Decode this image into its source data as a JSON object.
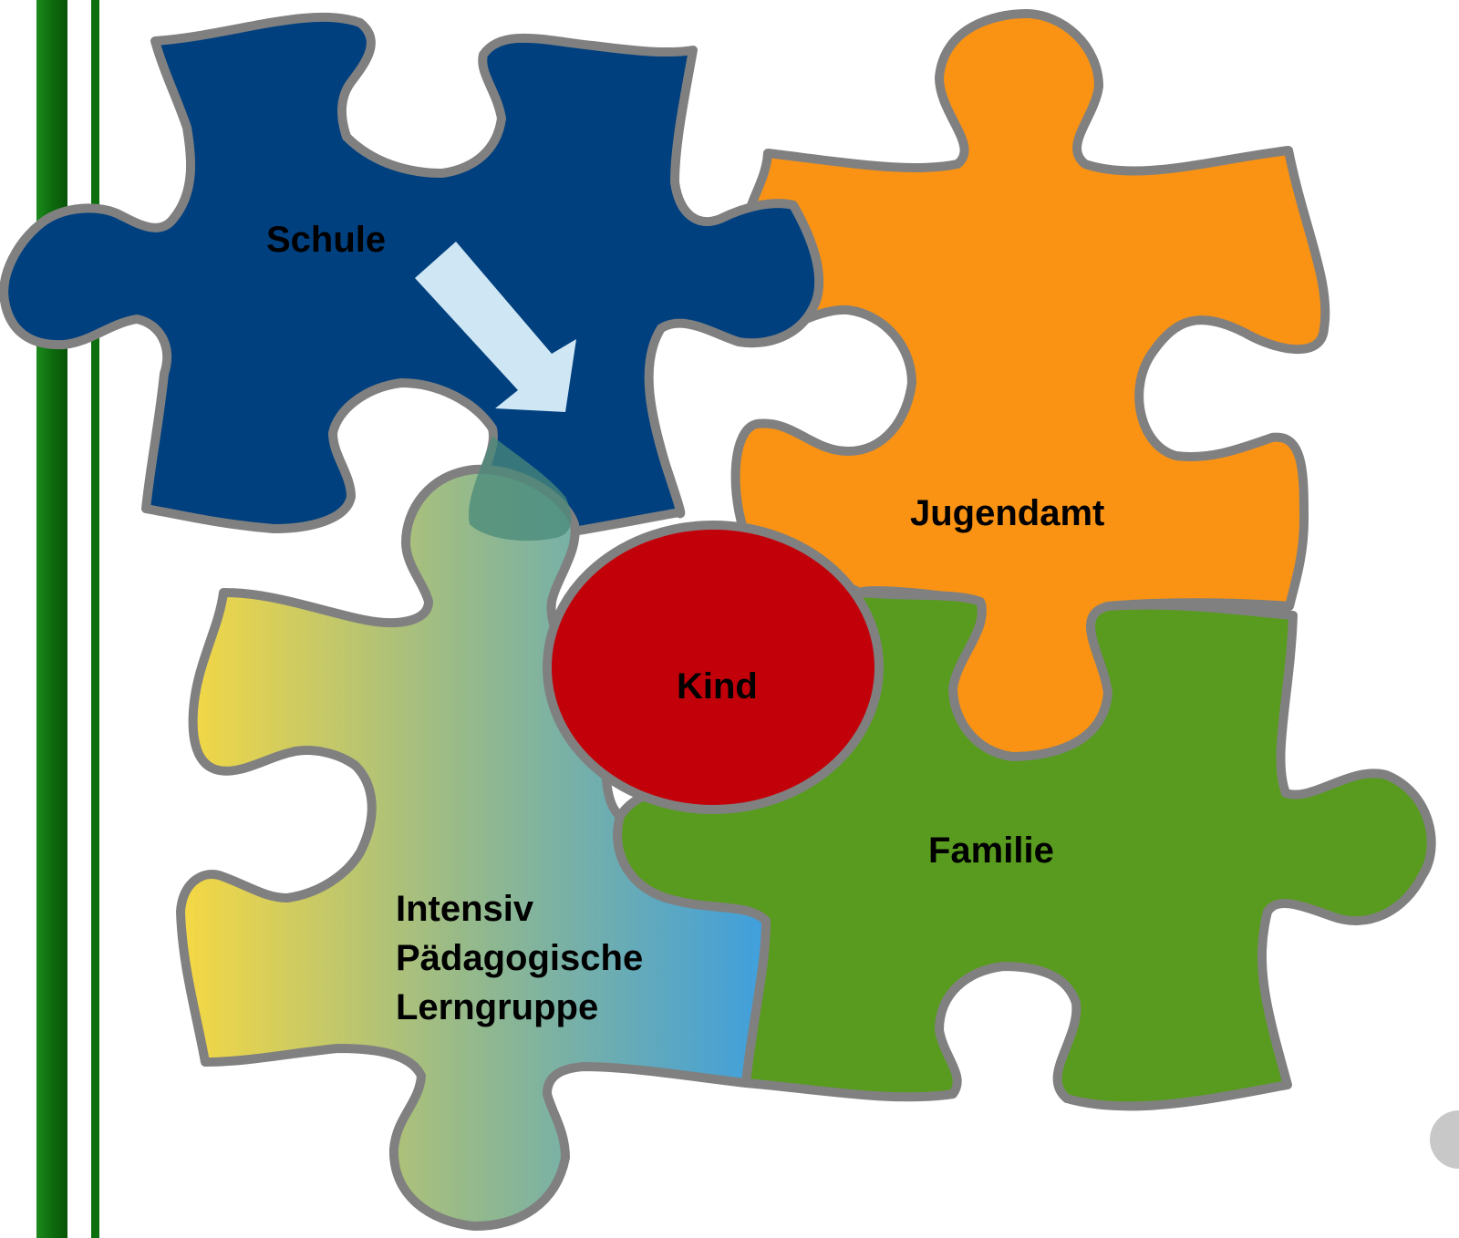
{
  "pieces": {
    "schule": {
      "label": "Schule",
      "color": "#00407f"
    },
    "jugendamt": {
      "label": "Jugendamt",
      "color": "#fa9314"
    },
    "familie": {
      "label": "Familie",
      "color": "#589b1e"
    },
    "lerngruppe": {
      "label_lines": [
        "Intensiv",
        "Pädagogische",
        "Lerngruppe"
      ],
      "gradient": [
        "#f6d843",
        "#94b98c",
        "#3f9fdd"
      ]
    }
  },
  "center": {
    "label": "Kind",
    "color": "#c20009"
  },
  "arrow": {
    "color": "#cfe6f4",
    "icon": "arrow-down-right-icon"
  },
  "sidebar": {
    "colors": [
      "#0a6b0a",
      "#1f8f1f"
    ]
  },
  "outline_color": "#808080"
}
